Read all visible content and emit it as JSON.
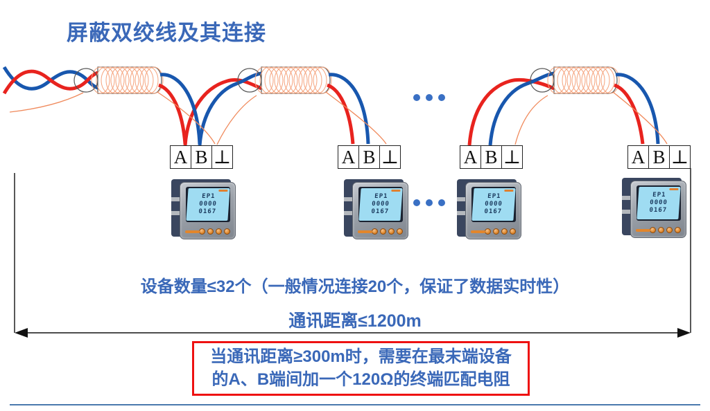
{
  "title": "屏蔽双绞线及其连接",
  "colors": {
    "accent_blue": "#3a68b8",
    "wire_red": "#e8231e",
    "wire_blue": "#1857ae",
    "shield_orange": "#f5a47e",
    "warning_border_red": "#ee1111",
    "divider_blue": "#4a79ad",
    "ellipsis_dot_blue": "#3a70c4",
    "lcd_cyan": "#9fdcf2"
  },
  "diagram": {
    "terminal_labels": [
      "A",
      "B",
      "⊥"
    ],
    "device_display": [
      "EP1",
      "0000",
      "0167"
    ],
    "icons": {
      "coil": "shielded-cable-coil",
      "twisted_pair": "red-blue-twisted-pair",
      "drain_wire": "shield-drain-wire",
      "ellipsis": "continuation-dots",
      "dimension_arrow": "double-headed-arrow"
    }
  },
  "notes": {
    "device_count": "设备数量≤32个（一般情况连接20个，保证了数据实时性）",
    "distance": "通讯距离≤1200m"
  },
  "warning": {
    "line1": "当通讯距离≥300m时，需要在最末端设备",
    "line2": "的A、B端间加一个120Ω的终端匹配电阻"
  }
}
